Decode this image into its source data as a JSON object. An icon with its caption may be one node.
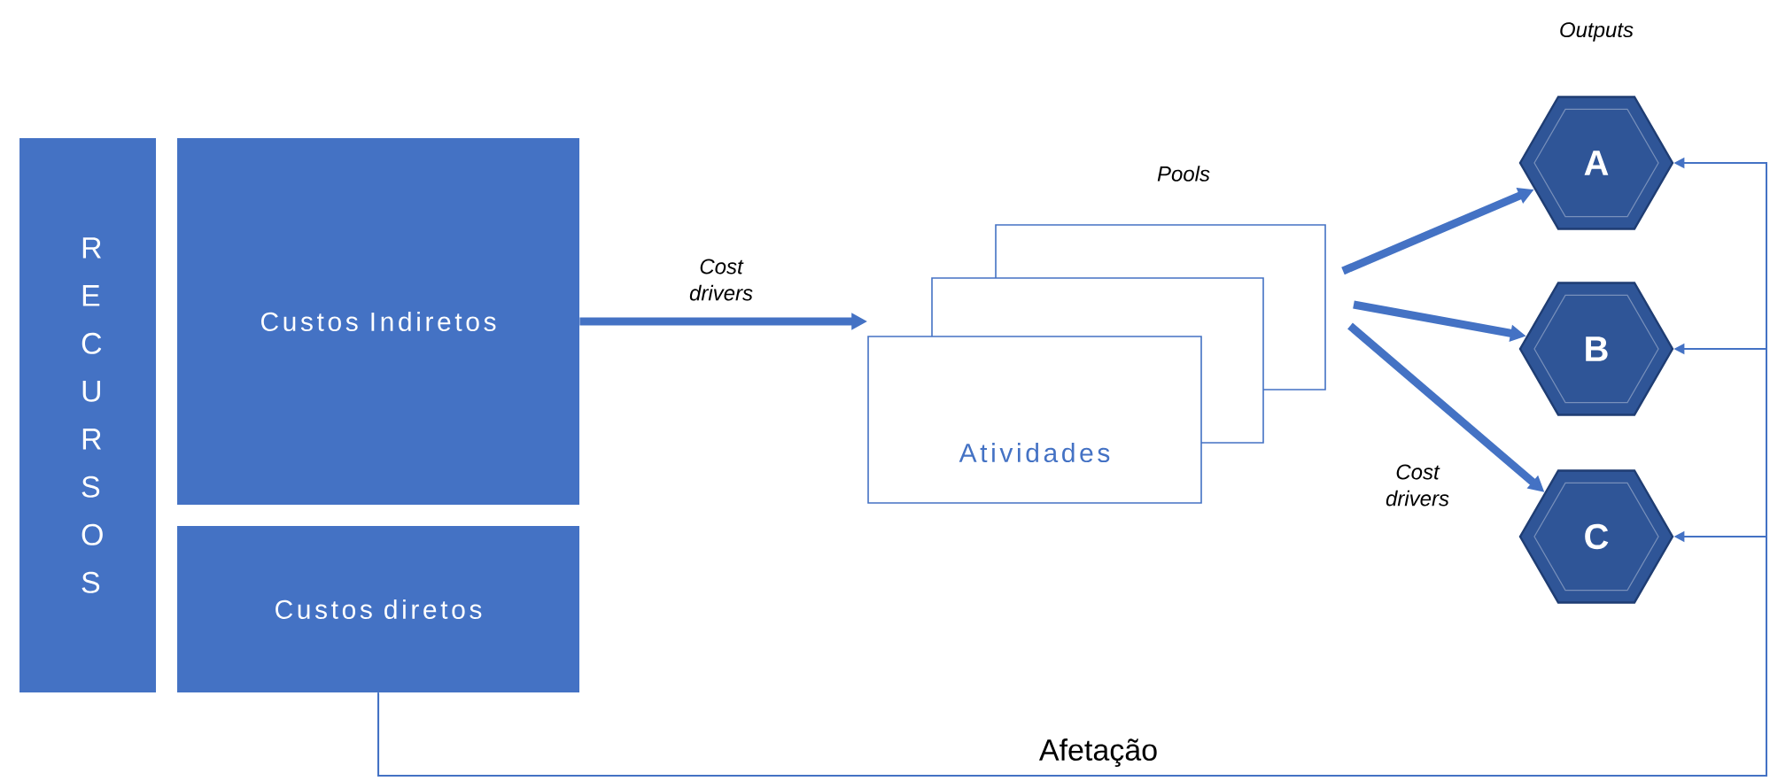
{
  "diagram": {
    "nodes": [
      {
        "text": [
          "R E C U R S O S"
        ]
      },
      {
        "text": [
          "Custos Indiretos"
        ]
      },
      {
        "text": [
          "Custos diretos"
        ]
      },
      {
        "text": [],
        "shape": "box"
      },
      {
        "text": [],
        "shape": "box"
      },
      {
        "text": [
          "Atividades"
        ]
      },
      {
        "text": [
          "A"
        ]
      },
      {
        "text": [
          "B"
        ]
      },
      {
        "text": [
          "C"
        ]
      }
    ],
    "edges": [
      {
        "from": 1,
        "to": 5,
        "arrow": "to",
        "label": "Cost drivers"
      },
      {
        "from": 3,
        "to": 6,
        "arrow": "to"
      },
      {
        "from": 3,
        "to": 7,
        "arrow": "to"
      },
      {
        "from": 3,
        "to": 8,
        "arrow": "to",
        "label": "Cost drivers"
      },
      {
        "from": 2,
        "to": 6,
        "arrow": "to",
        "label": "Afetação"
      },
      {
        "from": 2,
        "to": 7,
        "arrow": "to"
      },
      {
        "from": 2,
        "to": 8,
        "arrow": "to"
      }
    ],
    "labels": [
      "Pools",
      "Outputs"
    ]
  }
}
